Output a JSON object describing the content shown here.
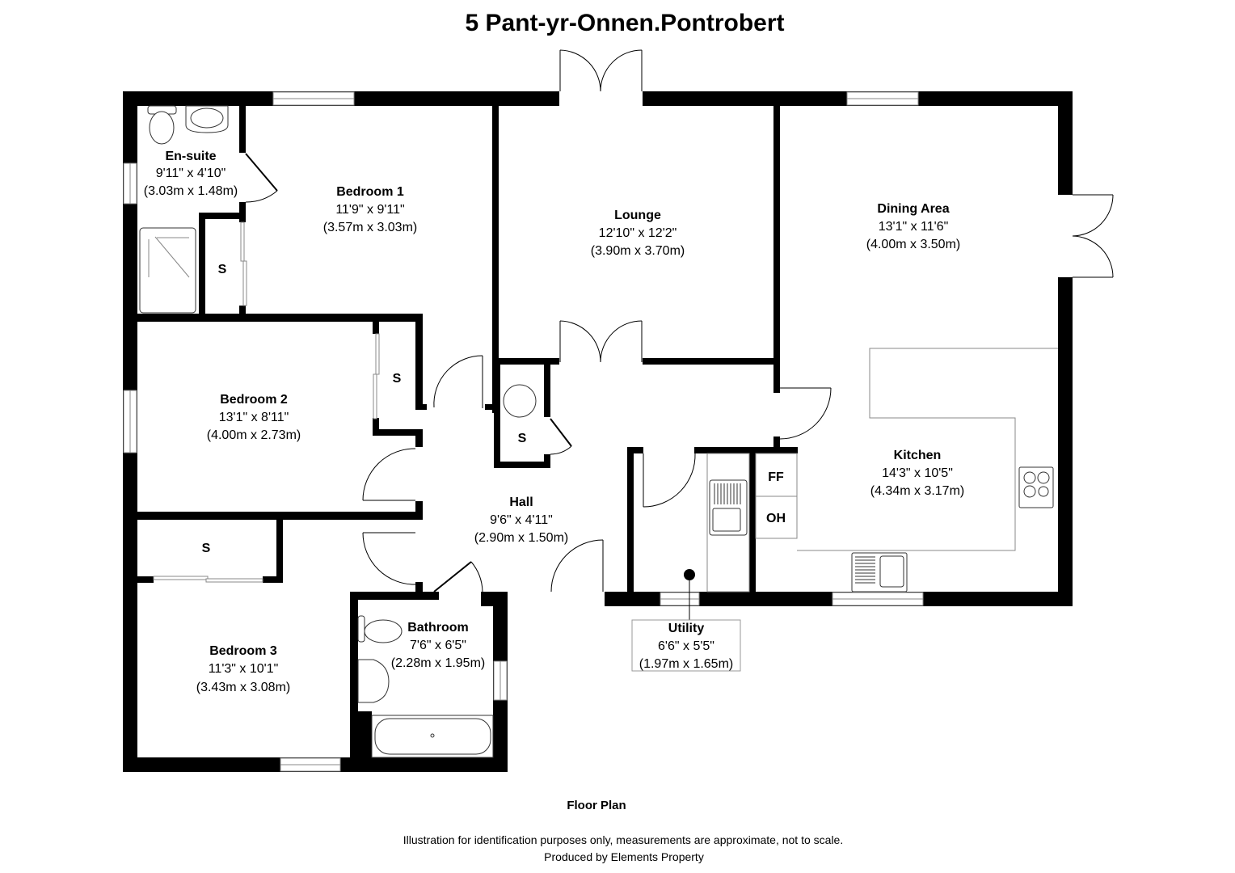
{
  "title": "5 Pant-yr-Onnen.Pontrobert",
  "rooms": {
    "ensuite": {
      "name": "En-suite",
      "imperial": "9'11\" x 4'10\"",
      "metric": "(3.03m x 1.48m)"
    },
    "bedroom1": {
      "name": "Bedroom 1",
      "imperial": "11'9\" x 9'11\"",
      "metric": "(3.57m x 3.03m)"
    },
    "lounge": {
      "name": "Lounge",
      "imperial": "12'10\" x 12'2\"",
      "metric": "(3.90m x 3.70m)"
    },
    "dining": {
      "name": "Dining Area",
      "imperial": "13'1\" x 11'6\"",
      "metric": "(4.00m x 3.50m)"
    },
    "bedroom2": {
      "name": "Bedroom 2",
      "imperial": "13'1\" x 8'11\"",
      "metric": "(4.00m x 2.73m)"
    },
    "hall": {
      "name": "Hall",
      "imperial": "9'6\" x 4'11\"",
      "metric": "(2.90m x 1.50m)"
    },
    "kitchen": {
      "name": "Kitchen",
      "imperial": "14'3\" x 10'5\"",
      "metric": "(4.34m x 3.17m)"
    },
    "bedroom3": {
      "name": "Bedroom 3",
      "imperial": "11'3\" x 10'1\"",
      "metric": "(3.43m x 3.08m)"
    },
    "bathroom": {
      "name": "Bathroom",
      "imperial": "7'6\" x 6'5\"",
      "metric": "(2.28m x 1.95m)"
    },
    "utility": {
      "name": "Utility",
      "imperial": "6'6\" x 5'5\"",
      "metric": "(1.97m x 1.65m)"
    }
  },
  "storage_label": "S",
  "kitchen_units": {
    "fridge_freezer": "FF",
    "oven_housing": "OH"
  },
  "footer": {
    "plan_label": "Floor Plan",
    "disclaimer": "Illustration for identification purposes only, measurements are approximate, not to scale.",
    "producer": "Produced by Elements Property"
  }
}
